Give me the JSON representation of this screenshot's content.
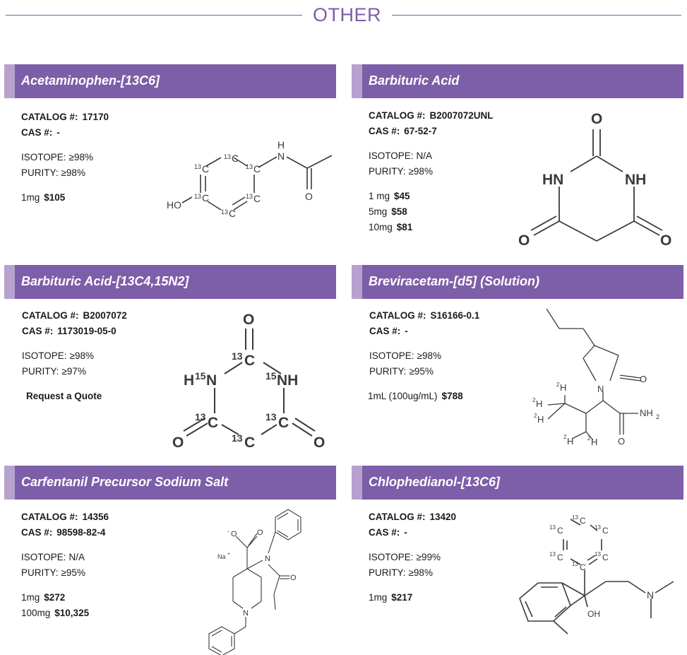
{
  "section": {
    "title": "OTHER"
  },
  "labels": {
    "catalog": "CATALOG #:",
    "cas": "CAS #:",
    "isotope": "ISOTOPE:",
    "purity": "PURITY:"
  },
  "products": [
    {
      "name": "Acetaminophen-[13C6]",
      "catalog": "17170",
      "cas": "-",
      "isotope": "≥98%",
      "purity": "≥98%",
      "prices": [
        {
          "size": "1mg",
          "price": "$105"
        }
      ]
    },
    {
      "name": "Barbituric Acid",
      "catalog": "B2007072UNL",
      "cas": "67-52-7",
      "isotope": "N/A",
      "purity": "≥98%",
      "prices": [
        {
          "size": "1 mg",
          "price": "$45"
        },
        {
          "size": "5mg",
          "price": "$58"
        },
        {
          "size": "10mg",
          "price": "$81"
        }
      ]
    },
    {
      "name": "Barbituric Acid-[13C4,15N2]",
      "catalog": "B2007072",
      "cas": "1173019-05-0",
      "isotope": "≥98%",
      "purity": "≥97%",
      "quote": "Request a Quote"
    },
    {
      "name": "Breviracetam-[d5] (Solution)",
      "catalog": "S16166-0.1",
      "cas": "-",
      "isotope": "≥98%",
      "purity": "≥95%",
      "prices": [
        {
          "size": "1mL (100ug/mL)",
          "price": "$788"
        }
      ]
    },
    {
      "name": "Carfentanil Precursor Sodium Salt",
      "catalog": "14356",
      "cas": "98598-82-4",
      "isotope": "N/A",
      "purity": "≥95%",
      "prices": [
        {
          "size": "1mg",
          "price": "$272"
        },
        {
          "size": "100mg",
          "price": "$10,325"
        }
      ]
    },
    {
      "name": "Chlophedianol-[13C6]",
      "catalog": "13420",
      "cas": "-",
      "isotope": "≥99%",
      "purity": "≥98%",
      "prices": [
        {
          "size": "1mg",
          "price": "$217"
        }
      ]
    }
  ],
  "structures": {
    "acetaminophen": {
      "c13": "13",
      "ring_atom": "C",
      "nh": "N",
      "h": "H",
      "o": "O",
      "ho": "HO"
    },
    "barbituric": {
      "o": "O",
      "hn": "HN",
      "nh": "NH"
    },
    "barbituric_labeled": {
      "o": "O",
      "c13": "13",
      "n15": "15",
      "c": "C",
      "h": "H",
      "n": "N",
      "nh": "NH"
    },
    "breviracetam": {
      "n": "N",
      "o": "O",
      "d2": "2",
      "h": "H",
      "nh2": "NH",
      "sub2": "2"
    },
    "carfentanil": {
      "o_minus": "O",
      "minus": "-",
      "o": "O",
      "na": "Na",
      "plus": "+",
      "n": "N"
    },
    "chlophedianol": {
      "c13": "13",
      "c": "C",
      "oh": "OH",
      "n": "N"
    }
  }
}
